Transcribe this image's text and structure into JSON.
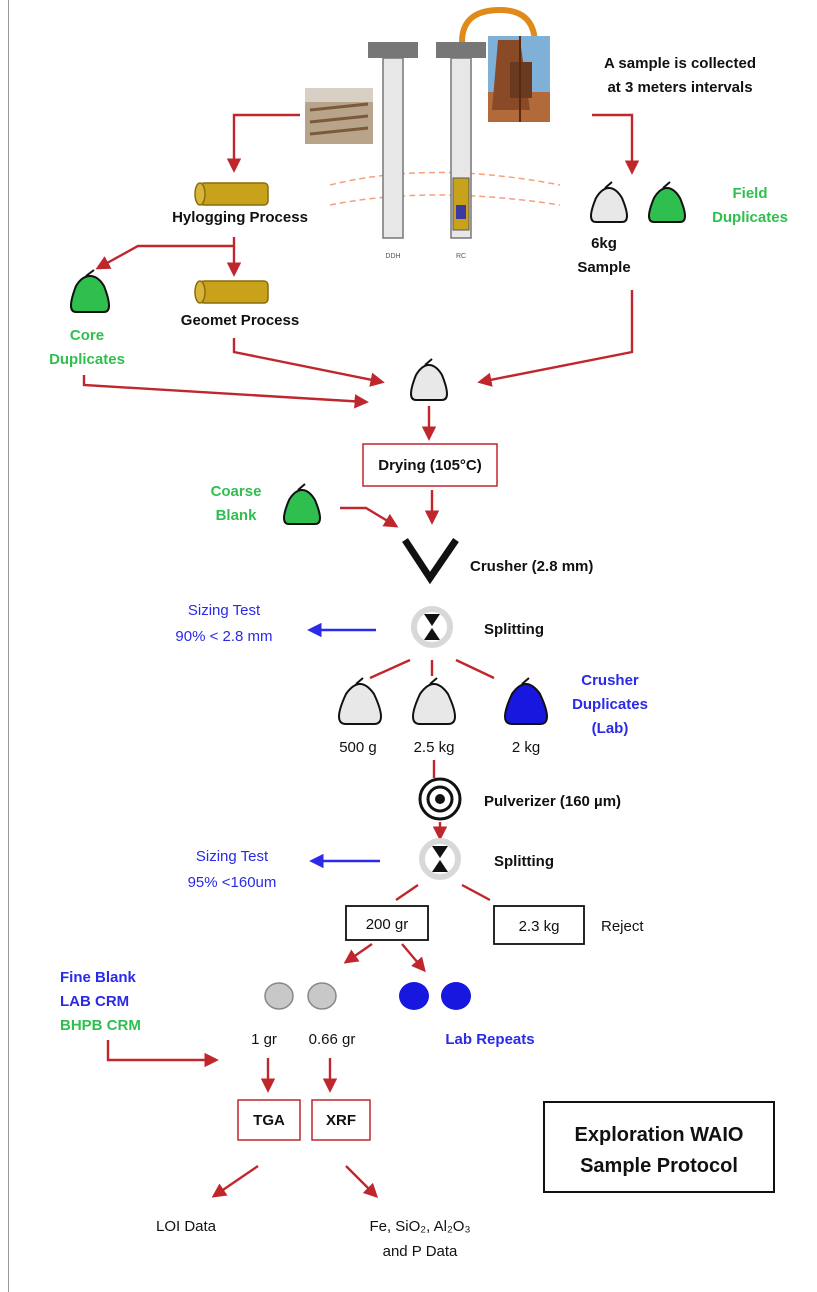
{
  "top_note": [
    "A sample is collected",
    "at 3 meters intervals"
  ],
  "drill_labels": {
    "ddh": "DDH",
    "rc": "RC"
  },
  "hylogging": "Hylogging Process",
  "geomet": "Geomet Process",
  "core_duplicates": [
    "Core",
    "Duplicates"
  ],
  "field_duplicates": [
    "Field",
    "Duplicates"
  ],
  "sample_6kg": [
    "6kg",
    "Sample"
  ],
  "drying": "Drying (105°C)",
  "coarse_blank": [
    "Coarse",
    "Blank"
  ],
  "crusher": "Crusher (2.8 mm)",
  "sizing_test_1": [
    "Sizing Test",
    "90% < 2.8 mm"
  ],
  "splitting_1": "Splitting",
  "crusher_duplicates": [
    "Crusher",
    "Duplicates",
    "(Lab)"
  ],
  "split_masses": [
    "500 g",
    "2.5 kg",
    "2 kg"
  ],
  "pulverizer": "Pulverizer (160 µm)",
  "sizing_test_2": [
    "Sizing Test",
    "95% <160um"
  ],
  "splitting_2": "Splitting",
  "box_200gr": "200 gr",
  "box_2_3kg": "2.3 kg",
  "reject": "Reject",
  "fine_controls": [
    {
      "text": "Fine Blank",
      "color": "#2a2ae8"
    },
    {
      "text": "LAB CRM",
      "color": "#2a2ae8"
    },
    {
      "text": "BHPB CRM",
      "color": "#2fbf4f"
    }
  ],
  "aliquots": [
    "1 gr",
    "0.66 gr"
  ],
  "lab_repeats": "Lab Repeats",
  "tga": "TGA",
  "xrf": "XRF",
  "loi_data": "LOI Data",
  "xrf_data_1": "Fe, SiO₂, Al₂O₃",
  "xrf_data_2": "and P Data",
  "protocol_title": [
    "Exploration WAIO",
    "Sample Protocol"
  ],
  "colors": {
    "arrow_red": "#c0272d",
    "green": "#2fbf4f",
    "blue": "#2a2ae8"
  }
}
